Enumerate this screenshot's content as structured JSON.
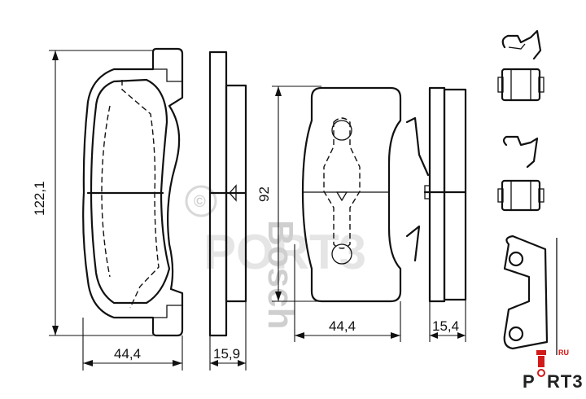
{
  "dimensions": {
    "pad1_height": "122,1",
    "pad1_width": "44,4",
    "pad1_thickness": "15,9",
    "pad2_height": "92",
    "pad2_width": "44,4",
    "pad2_thickness": "15,4"
  },
  "watermark": {
    "brand": "Bosch",
    "site": "PORT3"
  },
  "logo": {
    "main": "P",
    "rest": "RT3",
    "sup": "RU",
    "accent_color": "#d11a1a"
  },
  "colors": {
    "line": "#111111",
    "background": "#ffffff"
  }
}
